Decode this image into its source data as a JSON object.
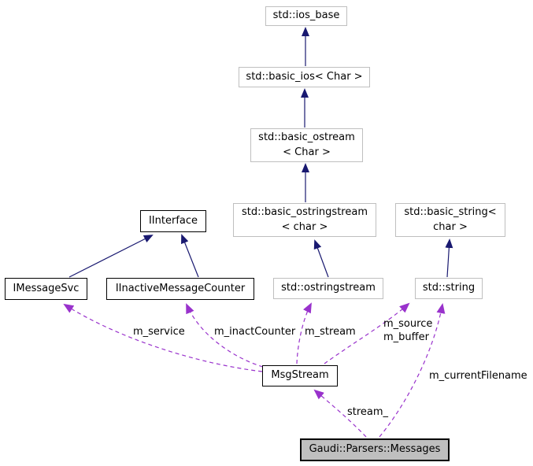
{
  "diagram": {
    "type": "collaboration-graph",
    "nodes": {
      "ios_base": "std::ios_base",
      "basic_ios": "std::basic_ios< Char >",
      "basic_ostream": "std::basic_ostream\n< Char >",
      "basic_ostringstream": "std::basic_ostringstream\n< char >",
      "basic_string": "std::basic_string<\nchar >",
      "iinterface": "IInterface",
      "imessagesvc": "IMessageSvc",
      "iinactive_message_counter": "IInactiveMessageCounter",
      "ostringstream": "std::ostringstream",
      "string": "std::string",
      "msgstream": "MsgStream",
      "messages": "Gaudi::Parsers::Messages"
    },
    "edge_labels": {
      "m_service": "m_service",
      "m_inactCounter": "m_inactCounter",
      "m_stream": "m_stream",
      "m_source_buffer": "m_source\nm_buffer",
      "m_currentFilename": "m_currentFilename",
      "stream_": "stream_"
    },
    "colors": {
      "inheritance": "#191970",
      "usage": "#9932cc",
      "external_border": "#bfbfbf",
      "project_border": "#000000",
      "focus_fill": "#bfbfbf",
      "background": "#ffffff",
      "text": "#000000"
    }
  }
}
